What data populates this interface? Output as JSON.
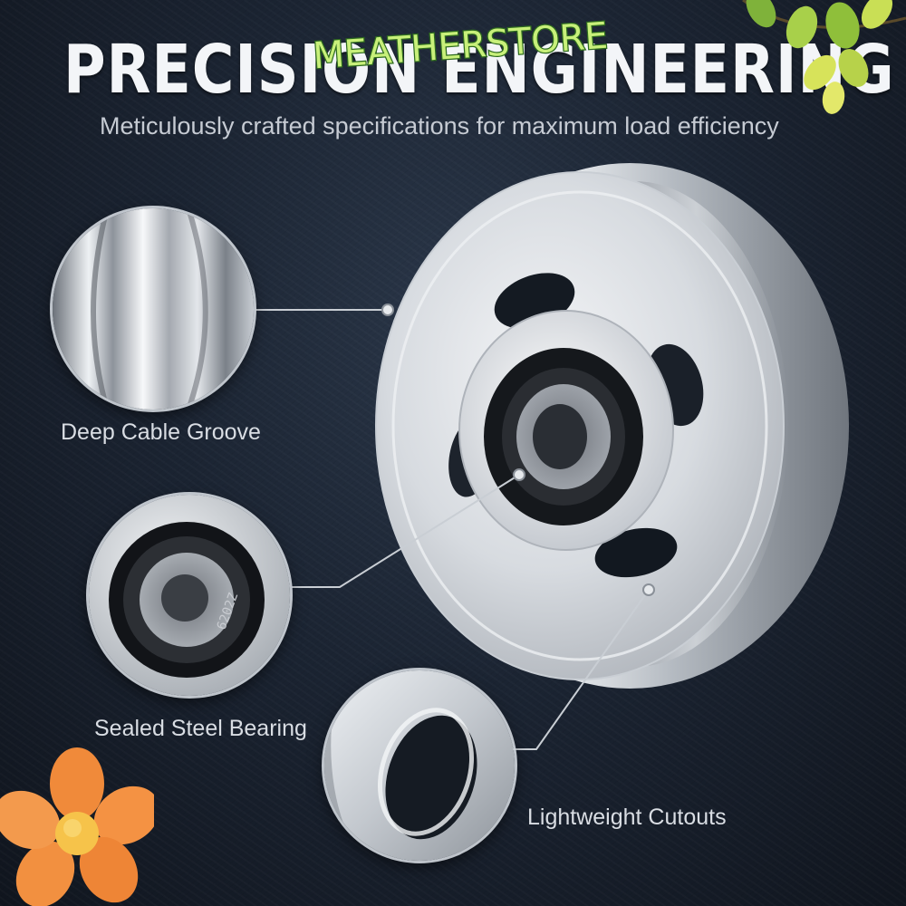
{
  "watermark": {
    "text": "MEATHERSTORE"
  },
  "header": {
    "title": "PRECISION ENGINEERING",
    "subtitle": "Meticulously crafted specifications for maximum load efficiency"
  },
  "callouts": [
    {
      "label": "Deep Cable Groove"
    },
    {
      "label": "Sealed Steel Bearing"
    },
    {
      "label": "Lightweight Cutouts"
    }
  ],
  "bearing_marking": "6202Z",
  "colors": {
    "background_dark": "#10151e",
    "background_mid": "#2a3648",
    "headline_text": "#f3f5f8",
    "watermark_fill": "#c8f07a",
    "watermark_outline": "#2e6b1e",
    "flower_orange": "#f08a3a",
    "leaf_green": "#8fbf3a"
  }
}
